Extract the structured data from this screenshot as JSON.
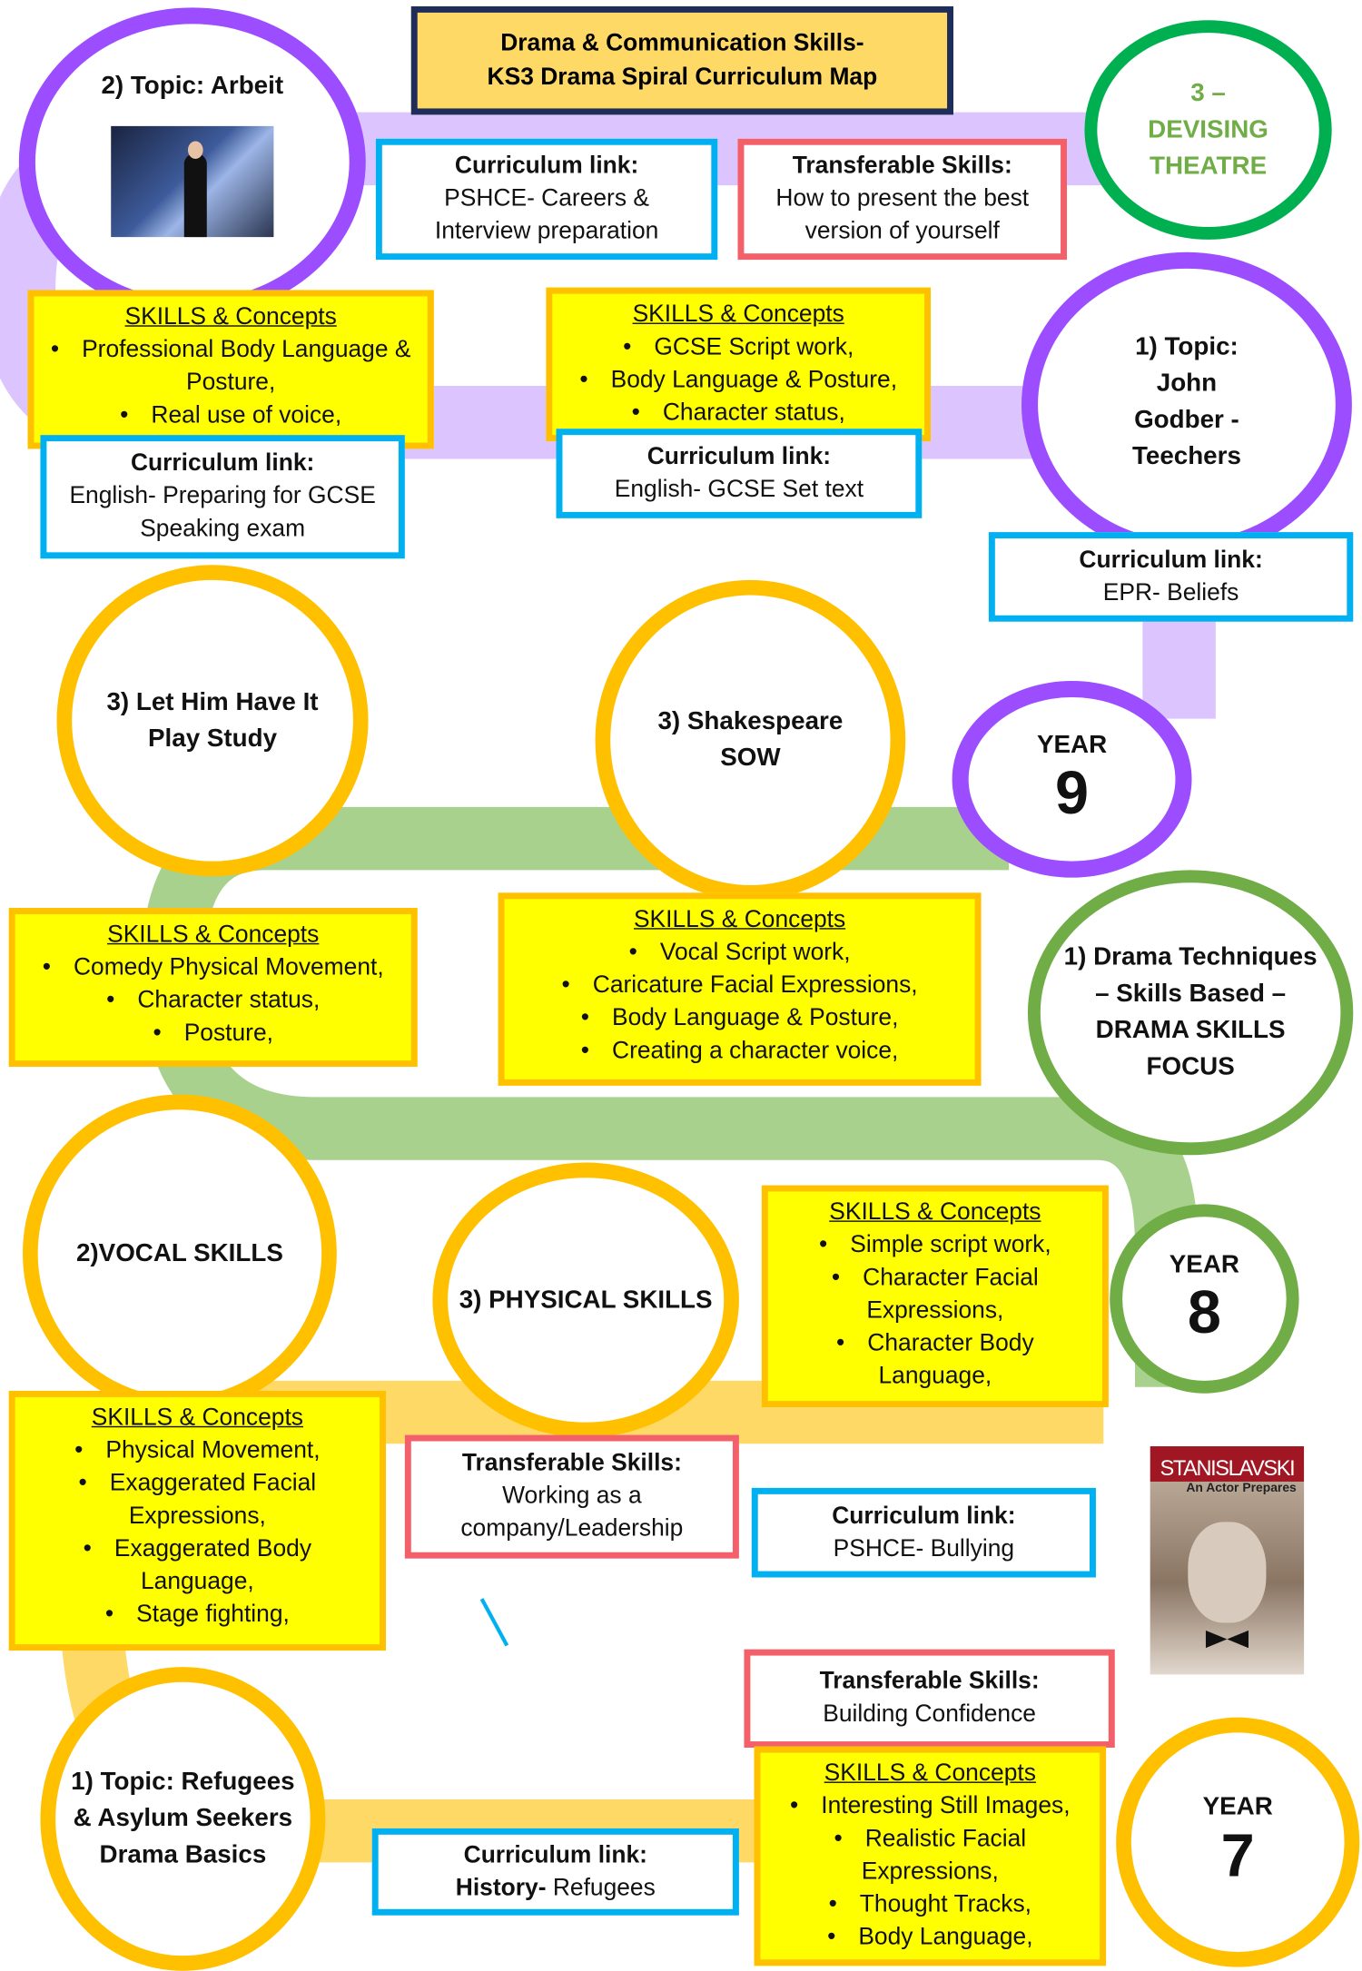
{
  "title": {
    "line1": "Drama & Communication Skills-",
    "line2": "KS3 Drama Spiral Curriculum Map"
  },
  "colors": {
    "year9": "#9b4dff",
    "year8": "#70ad47",
    "year7": "#ffc000",
    "curriculum_link": "#00b0f0",
    "transferable": "#f4606a",
    "skills_fill": "#ffff00"
  },
  "year9": {
    "badge": {
      "label": "YEAR",
      "number": "9"
    },
    "topic_arbeit": "2) Topic: Arbeit",
    "topic_devising": [
      "3 –",
      "DEVISING",
      "THEATRE"
    ],
    "topic_godber": [
      "1) Topic:",
      "John",
      "Godber -",
      "Teechers"
    ],
    "cl_careers": {
      "heading": "Curriculum link:",
      "lines": [
        "PSHCE- Careers &",
        "Interview preparation"
      ]
    },
    "ts_present": {
      "heading": "Transferable Skills:",
      "lines": [
        "How to present the best",
        "version of yourself"
      ]
    },
    "skills_arbeit": {
      "heading": "SKILLS & Concepts",
      "items": [
        "Professional Body Language & Posture,",
        "Real use of voice,"
      ]
    },
    "cl_speaking": {
      "heading": "Curriculum link:",
      "lines": [
        "English- Preparing for GCSE",
        "Speaking exam"
      ]
    },
    "skills_godber": {
      "heading": "SKILLS & Concepts",
      "items": [
        "GCSE Script work,",
        "Body Language & Posture,",
        "Character status,"
      ]
    },
    "cl_settext": {
      "heading": "Curriculum link:",
      "lines": [
        "English- GCSE Set text"
      ]
    },
    "cl_epr": {
      "heading": "Curriculum link:",
      "lines": [
        "EPR- Beliefs"
      ]
    }
  },
  "year8": {
    "badge": {
      "label": "YEAR",
      "number": "8"
    },
    "topic_lhhi": [
      "3) Let Him Have It",
      "Play Study"
    ],
    "topic_shakespeare": [
      "3) Shakespeare",
      "SOW"
    ],
    "topic_techniques": [
      "1) Drama Techniques",
      "– Skills Based –",
      "DRAMA SKILLS",
      "FOCUS"
    ],
    "skills_lhhi": {
      "heading": "SKILLS & Concepts",
      "items": [
        "Comedy Physical Movement,",
        "Character status,",
        "Posture,"
      ]
    },
    "skills_shakespeare": {
      "heading": "SKILLS & Concepts",
      "items": [
        "Vocal Script work,",
        "Caricature Facial Expressions,",
        "Body Language & Posture,",
        "Creating a character voice,"
      ]
    }
  },
  "year7": {
    "badge": {
      "label": "YEAR",
      "number": "7"
    },
    "topic_vocal": "2)VOCAL SKILLS",
    "topic_physical": "3) PHYSICAL SKILLS",
    "topic_refugees": [
      "1) Topic: Refugees",
      "& Asylum Seekers",
      "Drama Basics"
    ],
    "skills_vocal": {
      "heading": "SKILLS & Concepts",
      "items": [
        "Simple script work,",
        "Character Facial Expressions,",
        "Character Body Language,"
      ]
    },
    "skills_physical": {
      "heading": "SKILLS & Concepts",
      "items": [
        "Physical Movement,",
        "Exaggerated Facial Expressions,",
        "Exaggerated Body Language,",
        "Stage fighting,"
      ]
    },
    "ts_company": {
      "heading": "Transferable Skills:",
      "lines": [
        "Working as a",
        "company/Leadership"
      ]
    },
    "cl_bullying": {
      "heading": "Curriculum link:",
      "lines": [
        "PSHCE- Bullying"
      ]
    },
    "ts_confidence": {
      "heading": "Transferable Skills:",
      "lines": [
        "Building Confidence"
      ]
    },
    "skills_refugees": {
      "heading": "SKILLS & Concepts",
      "items": [
        "Interesting Still Images,",
        "Realistic Facial Expressions,",
        "Thought Tracks,",
        "Body Language,"
      ]
    },
    "cl_history": {
      "heading": "Curriculum link:",
      "subject": "History-",
      "topic": " Refugees"
    },
    "book": {
      "author": "STANISLAVSKI",
      "title": "An Actor Prepares"
    }
  }
}
